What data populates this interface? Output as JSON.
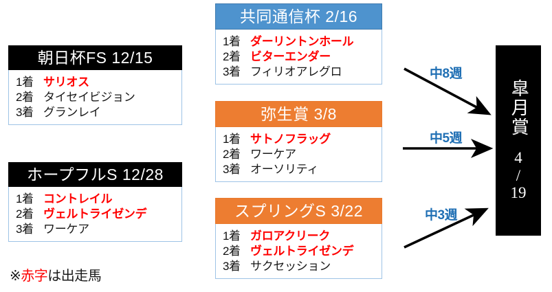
{
  "colors": {
    "black_header": "#000000",
    "blue_header": "#4E93CE",
    "orange_header": "#ED7D31",
    "red_text": "#FF0000",
    "arrow_label": "#1F6FB4",
    "body_border": "#9DC3E6"
  },
  "left_cards": [
    {
      "title": "朝日杯FS 12/15",
      "header_style": "black",
      "results": [
        {
          "rank": "1着",
          "horse": "サリオス",
          "highlight": true
        },
        {
          "rank": "2着",
          "horse": "タイセイビジョン",
          "highlight": false
        },
        {
          "rank": "3着",
          "horse": "グランレイ",
          "highlight": false
        }
      ]
    },
    {
      "title": "ホープフルS 12/28",
      "header_style": "black",
      "results": [
        {
          "rank": "1着",
          "horse": "コントレイル",
          "highlight": true
        },
        {
          "rank": "2着",
          "horse": "ヴェルトライゼンデ",
          "highlight": true
        },
        {
          "rank": "3着",
          "horse": "ワーケア",
          "highlight": false
        }
      ]
    }
  ],
  "middle_cards": [
    {
      "title": "共同通信杯 2/16",
      "header_style": "blue",
      "results": [
        {
          "rank": "1着",
          "horse": "ダーリントンホール",
          "highlight": true
        },
        {
          "rank": "2着",
          "horse": "ビターエンダー",
          "highlight": true
        },
        {
          "rank": "3着",
          "horse": "フィリオアレグロ",
          "highlight": false
        }
      ]
    },
    {
      "title": "弥生賞 3/8",
      "header_style": "orange",
      "results": [
        {
          "rank": "1着",
          "horse": "サトノフラッグ",
          "highlight": true
        },
        {
          "rank": "2着",
          "horse": "ワーケア",
          "highlight": false
        },
        {
          "rank": "3着",
          "horse": "オーソリティ",
          "highlight": false
        }
      ]
    },
    {
      "title": "スプリングS 3/22",
      "header_style": "orange",
      "results": [
        {
          "rank": "1着",
          "horse": "ガロアクリーク",
          "highlight": true
        },
        {
          "rank": "2着",
          "horse": "ヴェルトライゼンデ",
          "highlight": true
        },
        {
          "rank": "3着",
          "horse": "サクセッション",
          "highlight": false
        }
      ]
    }
  ],
  "arrows": [
    {
      "label": "中8週",
      "direction": "down-right"
    },
    {
      "label": "中5週",
      "direction": "right"
    },
    {
      "label": "中3週",
      "direction": "up-right"
    }
  ],
  "goal": {
    "title": "皐月賞",
    "date_lines": [
      "4",
      "/",
      "19"
    ]
  },
  "footnote": {
    "marker": "※",
    "red_part": "赤字",
    "rest": "は出走馬"
  }
}
